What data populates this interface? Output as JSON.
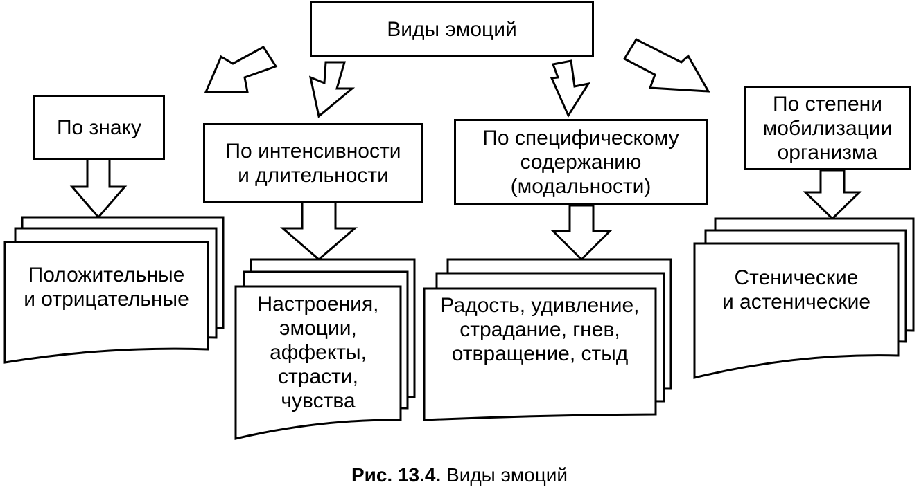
{
  "root": {
    "title": "Виды эмоций"
  },
  "categories": [
    {
      "title_lines": [
        "По знаку"
      ],
      "result_lines": [
        "Положительные",
        "и отрицательные"
      ]
    },
    {
      "title_lines": [
        "По интенсивности",
        "и длительности"
      ],
      "result_lines": [
        "Настроения,",
        "эмоции,",
        "аффекты,",
        "страсти,",
        "чувства"
      ]
    },
    {
      "title_lines": [
        "По специфическому",
        "содержанию",
        "(модальности)"
      ],
      "result_lines": [
        "Радость, удивление,",
        "страдание, гнев,",
        "отвращение, стыд"
      ]
    },
    {
      "title_lines": [
        "По степени",
        "мобилизации",
        "организма"
      ],
      "result_lines": [
        "Стенические",
        "и астенические"
      ]
    }
  ],
  "caption": {
    "label": "Рис. 13.4.",
    "text": "Виды эмоций"
  }
}
